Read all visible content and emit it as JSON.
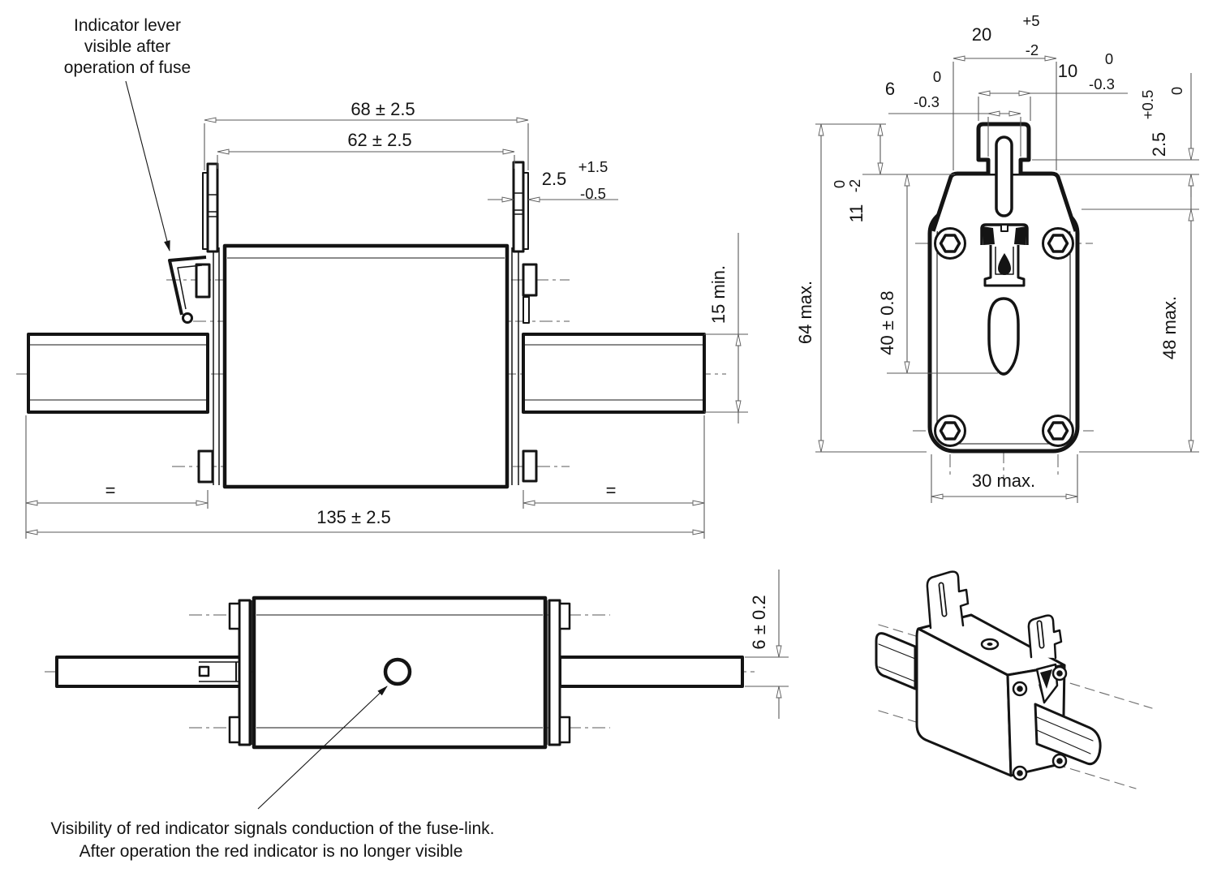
{
  "annotations": {
    "lever_note": {
      "line1": "Indicator lever",
      "line2": "visible after",
      "line3": "operation of fuse"
    },
    "indicator_note": {
      "line1": "Visibility of red indicator signals conduction of the fuse-link.",
      "line2": "After operation the red indicator is no longer visible"
    }
  },
  "side_view": {
    "dim_width_outer": "68 ± 2.5",
    "dim_width_inner": "62 ± 2.5",
    "dim_lug_thickness": {
      "value": "2.5",
      "tol_plus": "+1.5",
      "tol_minus": "-0.5"
    },
    "dim_blade_height": "15 min.",
    "dim_overall_length": "135 ± 2.5",
    "equal_mark_left": "=",
    "equal_mark_right": "="
  },
  "front_view": {
    "dim_lug_width": {
      "value": "20",
      "tol_plus": "+5",
      "tol_minus": "-2"
    },
    "dim_blade_width": {
      "value": "10",
      "tol_plus": "0",
      "tol_minus": "-0.3"
    },
    "dim_slot_width": {
      "value": "6",
      "tol_plus": "0",
      "tol_minus": "-0.3"
    },
    "dim_step_height": {
      "value": "2.5",
      "tol_plus": "+0.5",
      "tol_minus": "0"
    },
    "dim_blade_protrusion": {
      "value": "11",
      "tol_plus": "0",
      "tol_minus": "-2"
    },
    "dim_indicator_position": "40 ± 0.8",
    "dim_overall_height": "64 max.",
    "dim_body_height": "48 max.",
    "dim_body_width": "30 max."
  },
  "top_view": {
    "dim_blade_thickness": "6 ± 0.2"
  }
}
